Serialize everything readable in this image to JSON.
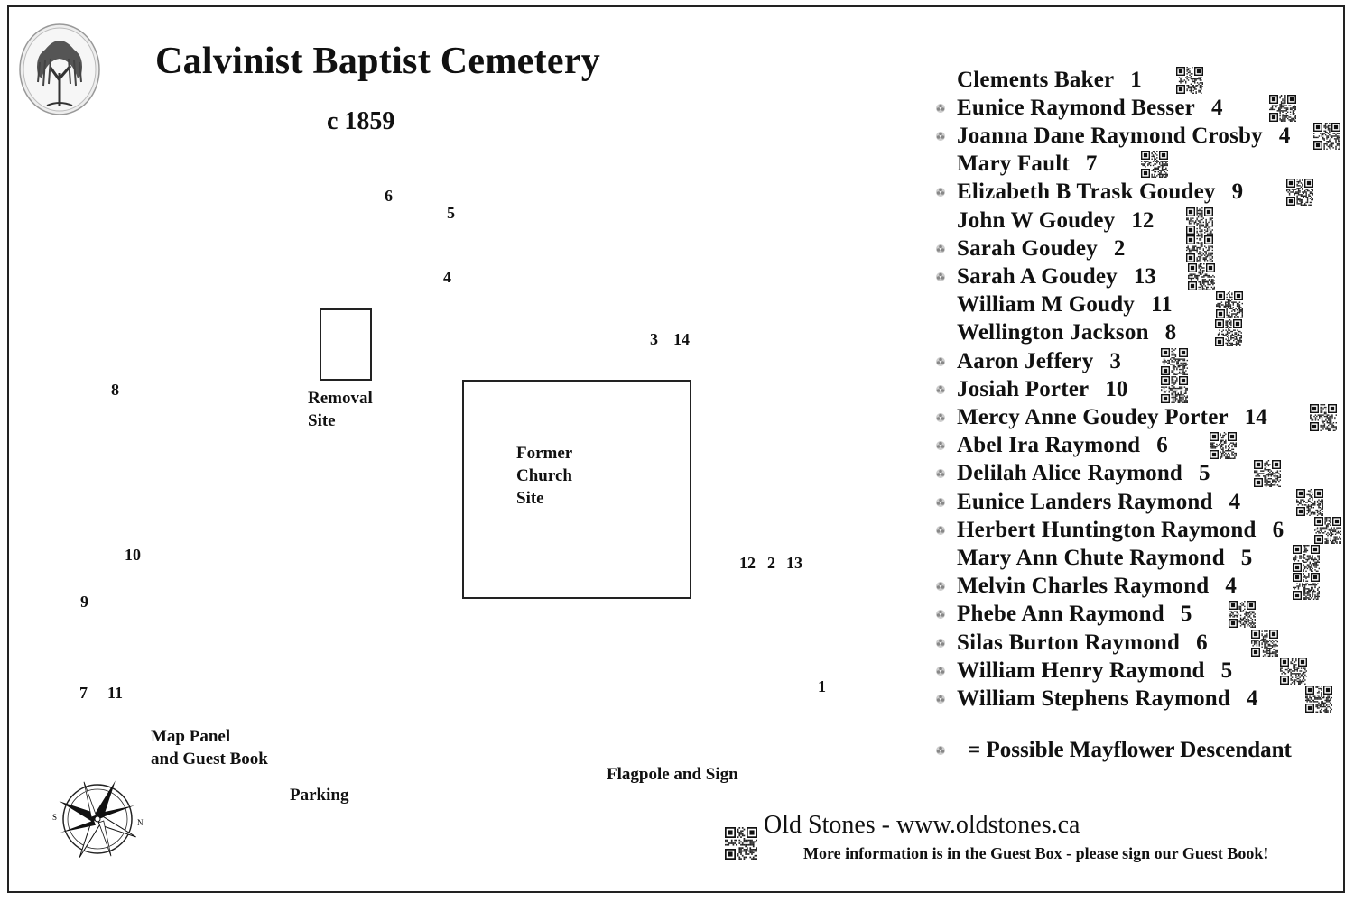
{
  "title": "Calvinist Baptist Cemetery",
  "subtitle": "c 1859",
  "logo": {
    "icon": "willow-tree-icon"
  },
  "map": {
    "grave_numbers": [
      "6",
      "5",
      "4",
      "3",
      "14",
      "8",
      "10",
      "9",
      "7",
      "11",
      "12",
      "2",
      "13",
      "1"
    ],
    "removal_site": {
      "line1": "Removal",
      "line2": "Site"
    },
    "church_site": {
      "line1": "Former",
      "line2": "Church",
      "line3": "Site"
    },
    "map_panel": {
      "line1": "Map Panel",
      "line2": "and Guest Book"
    },
    "parking": "Parking",
    "flagpole": "Flagpole and Sign",
    "compass": {
      "icon": "compass-rose-icon",
      "north": "N",
      "south": "S"
    }
  },
  "burials": [
    {
      "name": "Clements Baker",
      "plot": "1",
      "mayflower": false
    },
    {
      "name": "Eunice Raymond Besser",
      "plot": "4",
      "mayflower": true
    },
    {
      "name": "Joanna Dane Raymond Crosby",
      "plot": "4",
      "mayflower": true
    },
    {
      "name": "Mary Fault",
      "plot": "7",
      "mayflower": false
    },
    {
      "name": "Elizabeth B Trask Goudey",
      "plot": "9",
      "mayflower": true
    },
    {
      "name": "John W Goudey",
      "plot": "12",
      "mayflower": false
    },
    {
      "name": "Sarah Goudey",
      "plot": "2",
      "mayflower": true
    },
    {
      "name": "Sarah A Goudey",
      "plot": "13",
      "mayflower": true
    },
    {
      "name": "William M Goudy",
      "plot": "11",
      "mayflower": false
    },
    {
      "name": "Wellington Jackson",
      "plot": "8",
      "mayflower": false
    },
    {
      "name": "Aaron Jeffery",
      "plot": "3",
      "mayflower": true
    },
    {
      "name": "Josiah Porter",
      "plot": "10",
      "mayflower": true
    },
    {
      "name": "Mercy Anne Goudey Porter",
      "plot": "14",
      "mayflower": true
    },
    {
      "name": "Abel Ira Raymond",
      "plot": "6",
      "mayflower": true
    },
    {
      "name": "Delilah Alice Raymond",
      "plot": "5",
      "mayflower": true
    },
    {
      "name": "Eunice Landers Raymond",
      "plot": "4",
      "mayflower": true
    },
    {
      "name": "Herbert Huntington Raymond",
      "plot": "6",
      "mayflower": true
    },
    {
      "name": "Mary Ann Chute Raymond",
      "plot": "5",
      "mayflower": false
    },
    {
      "name": "Melvin Charles Raymond",
      "plot": "4",
      "mayflower": true
    },
    {
      "name": "Phebe Ann Raymond",
      "plot": "5",
      "mayflower": true
    },
    {
      "name": "Silas Burton Raymond",
      "plot": "6",
      "mayflower": true
    },
    {
      "name": "William Henry Raymond",
      "plot": "5",
      "mayflower": true
    },
    {
      "name": "William Stephens Raymond",
      "plot": "4",
      "mayflower": true
    }
  ],
  "legend": {
    "icon": "mayflower-flower-icon",
    "text": "= Possible Mayflower Descendant"
  },
  "footer": {
    "qr_icon": "qr-code-icon",
    "site": "Old Stones - www.oldstones.ca",
    "note": "More information is in the Guest Box - please sign our Guest Book!"
  }
}
